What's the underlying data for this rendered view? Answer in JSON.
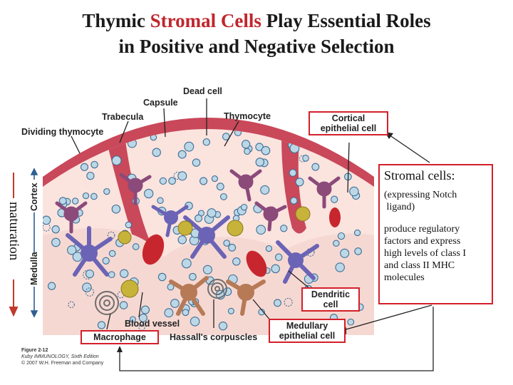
{
  "title": {
    "line1_a": "Thymic ",
    "line1_b": "Stromal Cells",
    "line1_c": " Play Essential Roles",
    "line2": "in Positive and Negative Selection"
  },
  "labels": {
    "dead_cell": "Dead cell",
    "capsule": "Capsule",
    "trabecula": "Trabecula",
    "thymocyte": "Thymocyte",
    "dividing_thymocyte": "Dividing thymocyte",
    "cortical_epithelial_1": "Cortical",
    "cortical_epithelial_2": "epithelial cell",
    "dendritic_1": "Dendritic",
    "dendritic_2": "cell",
    "blood_vessel": "Blood vessel",
    "macrophage": "Macrophage",
    "hassalls": "Hassall's corpuscles",
    "medullary_1": "Medullary",
    "medullary_2": "epithelial cell",
    "cortex": "Cortex",
    "medulla": "Medulla"
  },
  "stromal_note": {
    "heading": "Stromal cells:",
    "line1": "(expressing Notch",
    "line2": " ligand)",
    "line3": "produce regulatory",
    "line4": "factors and express",
    "line5": "high levels of class I",
    "line6": "and class II MHC",
    "line7": "molecules"
  },
  "side_label": "maturation",
  "figure_credit": {
    "line1": "Figure 2-12",
    "line2": "Kuby IMMUNOLOGY, Sixth Edition",
    "line3": "© 2007 W.H. Freeman and Company"
  },
  "colors": {
    "title_highlight": "#c0262d",
    "box_border": "#d3202a",
    "capsule": "#c9485a",
    "cortex_bg": "#fbe3de",
    "thymocyte": "#bcd7e6",
    "dendritic": "#6b63b5",
    "macrophage": "#c8b33a",
    "epithelial": "#c99a7a"
  }
}
